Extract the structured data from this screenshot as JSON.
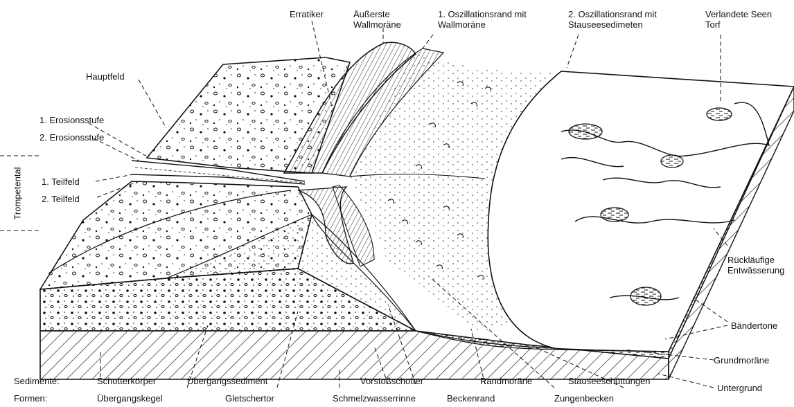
{
  "labels": {
    "top": {
      "erratiker": "Erratiker",
      "aeusserste_wallmoraene": "Äußerste Wallmoräne",
      "oszillationsrand_1": "1. Oszillationsrand mit Wallmoräne",
      "oszillationsrand_2": "2. Oszillationsrand mit Stauseesedimeten",
      "verlandete_seen_torf": "Verlandete Seen Torf"
    },
    "left": {
      "hauptfeld": "Hauptfeld",
      "erosionsstufe_1": "1. Erosionsstufe",
      "erosionsstufe_2": "2. Erosionsstufe",
      "teilfeld_1": "1. Teilfeld",
      "teilfeld_2": "2. Teilfeld",
      "trompetental": "Trompetental"
    },
    "right": {
      "ruecklaeufige_entwaesserung": "Rückläufige Entwässerung",
      "baendertone": "Bändertone",
      "grundmoraene": "Grundmoräne",
      "untergrund": "Untergrund"
    },
    "sedimente_row": {
      "title": "Sedimente:",
      "schotterkoerper": "Schotterkörper",
      "uebergangssediment": "Übergangssediment",
      "vorstossschotter": "Vorstoßschotter",
      "randmoraene": "Randmoräne",
      "stauseeschuettungen": "Stauseeschüttungen"
    },
    "formen_row": {
      "title": "Formen:",
      "uebergangskegel": "Übergangskegel",
      "gletschertor": "Gletschertor",
      "schmelzwasserrinne": "Schmelzwasserrinne",
      "beckenrand": "Beckenrand",
      "zungenbecken": "Zungenbecken"
    }
  },
  "colors": {
    "ink": "#111111",
    "paper": "#ffffff"
  }
}
